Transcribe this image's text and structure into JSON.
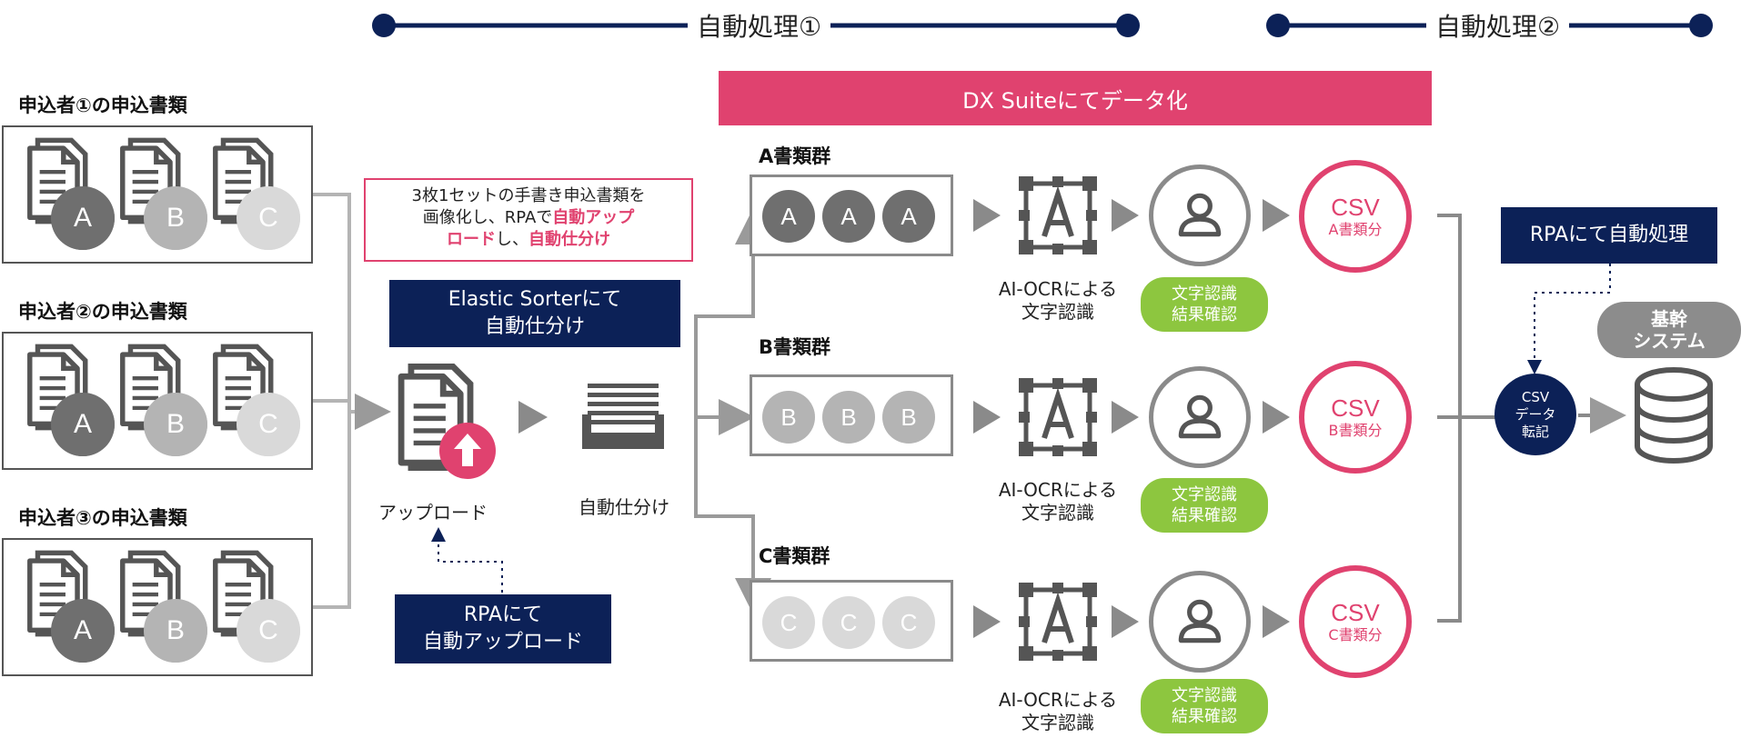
{
  "header": {
    "auto1_label": "自動処理①",
    "auto2_label": "自動処理②"
  },
  "applicants": [
    {
      "title": "申込者①の申込書類",
      "docs": [
        "A",
        "B",
        "C"
      ]
    },
    {
      "title": "申込者②の申込書類",
      "docs": [
        "A",
        "B",
        "C"
      ]
    },
    {
      "title": "申込者③の申込書類",
      "docs": [
        "A",
        "B",
        "C"
      ]
    }
  ],
  "callout": {
    "line1": "3枚1セットの手書き申込書類を",
    "line2_pre": "画像化し、RPAで",
    "line2_em": "自動アップ",
    "line3_em1": "ロード",
    "line3_mid": "し、",
    "line3_em2": "自動仕分け"
  },
  "sorter": {
    "title_line1": "Elastic Sorterにて",
    "title_line2": "自動仕分け",
    "upload_label": "アップロード",
    "sort_label": "自動仕分け",
    "rpa_line1": "RPAにて",
    "rpa_line2": "自動アップロード"
  },
  "dxsuite_banner": "DX Suiteにてデータ化",
  "groups": [
    {
      "title": "A書類群",
      "letter": "A",
      "csv_title": "CSV",
      "csv_sub": "A書類分",
      "ocr_line1": "AI-OCRによる",
      "ocr_line2": "文字認識",
      "check_line1": "文字認識",
      "check_line2": "結果確認"
    },
    {
      "title": "B書類群",
      "letter": "B",
      "csv_title": "CSV",
      "csv_sub": "B書類分",
      "ocr_line1": "AI-OCRによる",
      "ocr_line2": "文字認識",
      "check_line1": "文字認識",
      "check_line2": "結果確認"
    },
    {
      "title": "C書類群",
      "letter": "C",
      "csv_title": "CSV",
      "csv_sub": "C書類分",
      "ocr_line1": "AI-OCRによる",
      "ocr_line2": "文字認識",
      "check_line1": "文字認識",
      "check_line2": "結果確認"
    }
  ],
  "rpa_auto": "RPAにて自動処理",
  "csv_transfer": {
    "line1": "CSV",
    "line2": "データ",
    "line3": "転記"
  },
  "core_system": {
    "line1": "基幹",
    "line2": "システム"
  },
  "colors": {
    "navy": "#0c2157",
    "pink": "#e0426f",
    "green": "#8dc63f",
    "doc_a": "#6f6f6f",
    "doc_b": "#b4b4b4",
    "doc_c": "#d9d9d9",
    "line_gray": "#9a9a9a"
  },
  "icons": [
    "document-icon",
    "upload-icon",
    "inbox-tray-icon",
    "ocr-scan-icon",
    "person-icon",
    "database-icon",
    "arrow-right-icon"
  ]
}
